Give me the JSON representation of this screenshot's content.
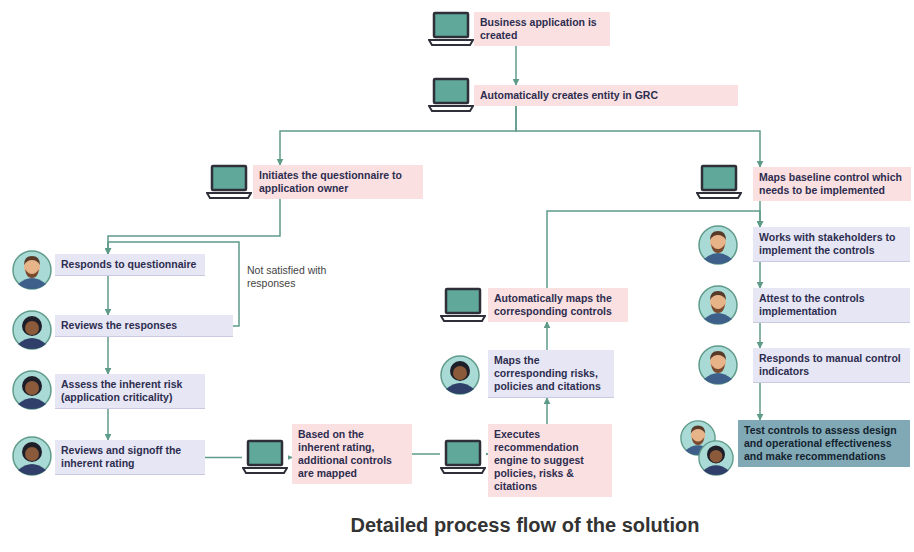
{
  "diagram": {
    "title": "Detailed process flow of the solution",
    "nodes": [
      {
        "text": [
          "Business application is created"
        ]
      },
      {
        "text": [
          "Automatically creates entity in GRC"
        ]
      },
      {
        "text": [
          "Initiates the questionnaire to application owner"
        ]
      },
      {
        "text": [
          "Maps baseline control which needs to be implemented"
        ]
      },
      {
        "text": [
          "Responds to questionnaire"
        ]
      },
      {
        "text": [
          "Reviews the responses"
        ]
      },
      {
        "text": [
          "Assess the inherent risk (application criticality)"
        ]
      },
      {
        "text": [
          "Reviews and signoff the inherent rating"
        ]
      },
      {
        "text": [
          "Based on the inherent rating, additional controls are mapped"
        ]
      },
      {
        "text": [
          "Executes recommendation engine to suggest policies, risks & citations"
        ]
      },
      {
        "text": [
          "Maps the corresponding risks, policies and citations"
        ]
      },
      {
        "text": [
          "Automatically maps the corresponding controls"
        ]
      },
      {
        "text": [
          "Works with stakeholders to implement the controls"
        ]
      },
      {
        "text": [
          "Attest to the controls implementation"
        ]
      },
      {
        "text": [
          "Responds to manual control indicators"
        ]
      },
      {
        "text": [
          "Test controls to assess design and operational effectiveness and make recommendations"
        ]
      }
    ],
    "edges": [
      {
        "from": 0,
        "to": 1,
        "arrow": "to"
      },
      {
        "from": 1,
        "to": 2,
        "arrow": "to"
      },
      {
        "from": 1,
        "to": 3,
        "arrow": "to"
      },
      {
        "from": 2,
        "to": 4,
        "arrow": "to"
      },
      {
        "from": 4,
        "to": 5,
        "arrow": "to"
      },
      {
        "from": 5,
        "to": 4,
        "label": "Not satisfied with responses",
        "arrow": "to"
      },
      {
        "from": 5,
        "to": 6,
        "arrow": "to"
      },
      {
        "from": 6,
        "to": 7,
        "arrow": "to"
      },
      {
        "from": 7,
        "to": 8,
        "arrow": "to"
      },
      {
        "from": 8,
        "to": 9,
        "arrow": "to"
      },
      {
        "from": 9,
        "to": 10,
        "arrow": "to"
      },
      {
        "from": 10,
        "to": 11,
        "arrow": "to"
      },
      {
        "from": 11,
        "to": 12,
        "arrow": "to"
      },
      {
        "from": 3,
        "to": 12,
        "arrow": "to"
      },
      {
        "from": 12,
        "to": 13,
        "arrow": "to"
      },
      {
        "from": 13,
        "to": 14,
        "arrow": "to"
      },
      {
        "from": 14,
        "to": 15,
        "arrow": "to"
      }
    ]
  }
}
